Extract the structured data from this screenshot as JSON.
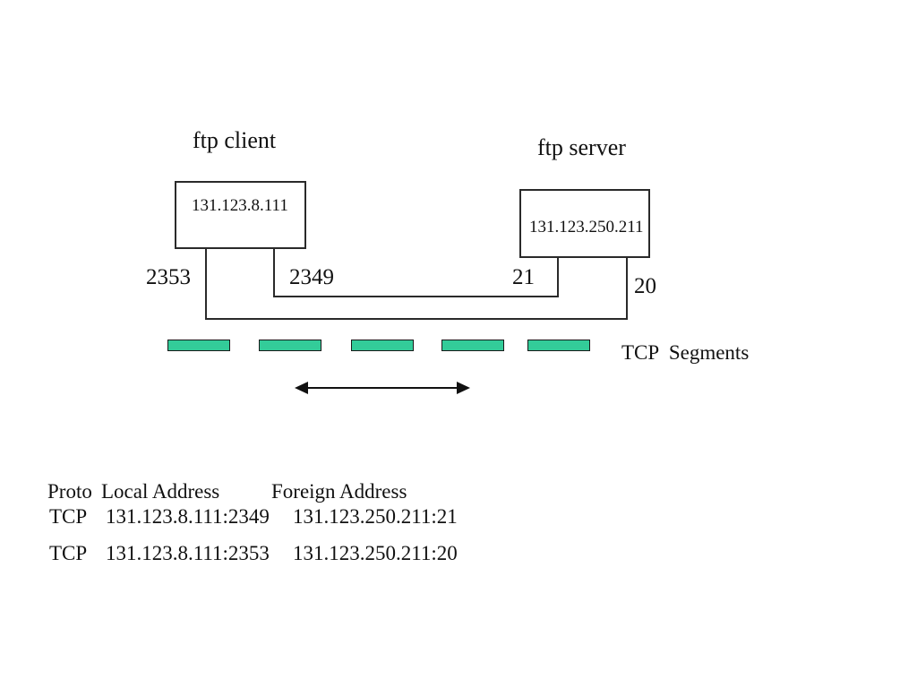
{
  "client": {
    "title": "ftp client",
    "ip": "131.123.8.111",
    "port_data": "2353",
    "port_control": "2349"
  },
  "server": {
    "title": "ftp server",
    "ip": "131.123.250.211",
    "port_control": "21",
    "port_data": "20"
  },
  "segments": {
    "label": "TCP  Segments",
    "count": 5,
    "color": "#33CC99"
  },
  "table": {
    "headers": [
      "Proto",
      "Local Address",
      "Foreign Address"
    ],
    "rows": [
      [
        "TCP",
        "131.123.8.111:2349",
        "131.123.250.211:21"
      ],
      [
        "TCP",
        "131.123.8.111:2353",
        "131.123.250.211:20"
      ]
    ]
  }
}
